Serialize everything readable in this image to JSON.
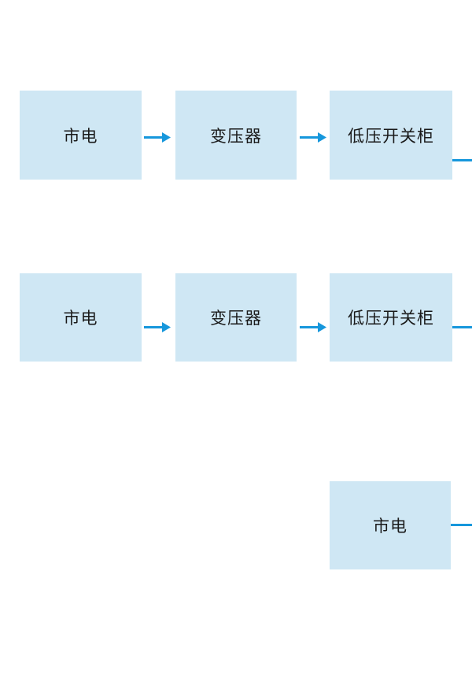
{
  "diagram": {
    "description": "power-supply-flow-diagram",
    "colors": {
      "node_fill": "#cfe7f4",
      "connector": "#1697dc",
      "text": "#1a1a1a",
      "background": "#ffffff"
    },
    "rows": [
      {
        "nodes": [
          {
            "label": "市电"
          },
          {
            "label": "变压器"
          },
          {
            "label": "低压开关柜"
          }
        ],
        "has_exit_line": true
      },
      {
        "nodes": [
          {
            "label": "市电"
          },
          {
            "label": "变压器"
          },
          {
            "label": "低压开关柜"
          }
        ],
        "has_exit_line": true
      },
      {
        "nodes": [
          {
            "label": "市电"
          }
        ],
        "has_exit_line": true
      }
    ]
  }
}
